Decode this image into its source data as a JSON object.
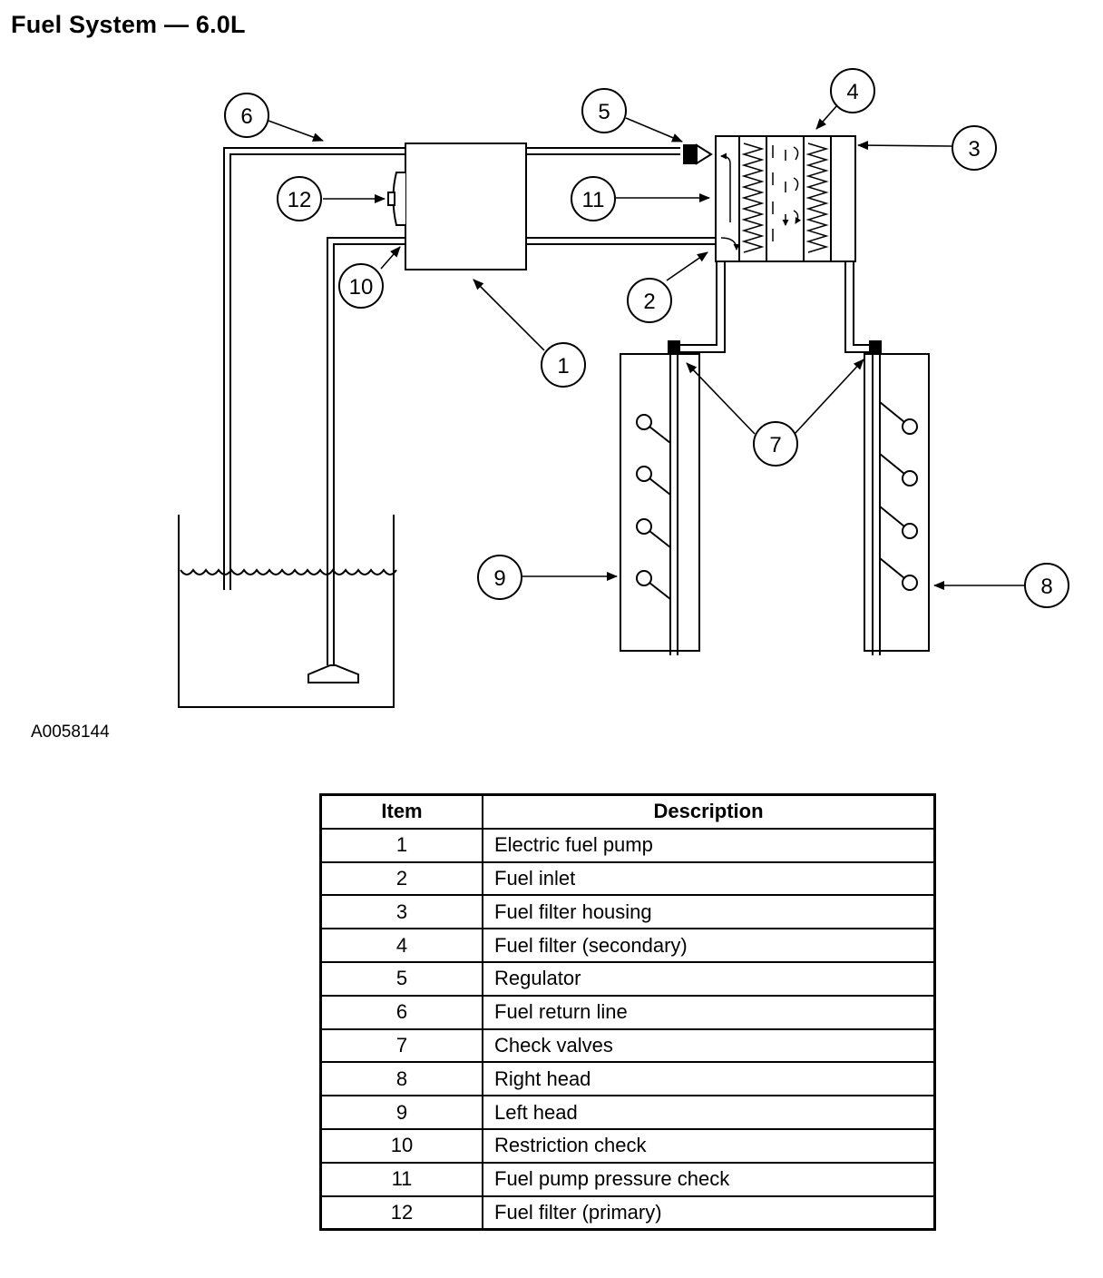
{
  "title": "Fuel System — 6.0L",
  "figure_id": "A0058144",
  "callouts": [
    "1",
    "2",
    "3",
    "4",
    "5",
    "6",
    "7",
    "8",
    "9",
    "10",
    "11",
    "12"
  ],
  "legend": {
    "headers": [
      "Item",
      "Description"
    ],
    "rows": [
      {
        "item": "1",
        "description": "Electric fuel pump"
      },
      {
        "item": "2",
        "description": "Fuel inlet"
      },
      {
        "item": "3",
        "description": "Fuel filter housing"
      },
      {
        "item": "4",
        "description": "Fuel filter (secondary)"
      },
      {
        "item": "5",
        "description": "Regulator"
      },
      {
        "item": "6",
        "description": "Fuel return line"
      },
      {
        "item": "7",
        "description": "Check valves"
      },
      {
        "item": "8",
        "description": "Right head"
      },
      {
        "item": "9",
        "description": "Left head"
      },
      {
        "item": "10",
        "description": "Restriction check"
      },
      {
        "item": "11",
        "description": "Fuel pump pressure check"
      },
      {
        "item": "12",
        "description": "Fuel filter (primary)"
      }
    ]
  }
}
